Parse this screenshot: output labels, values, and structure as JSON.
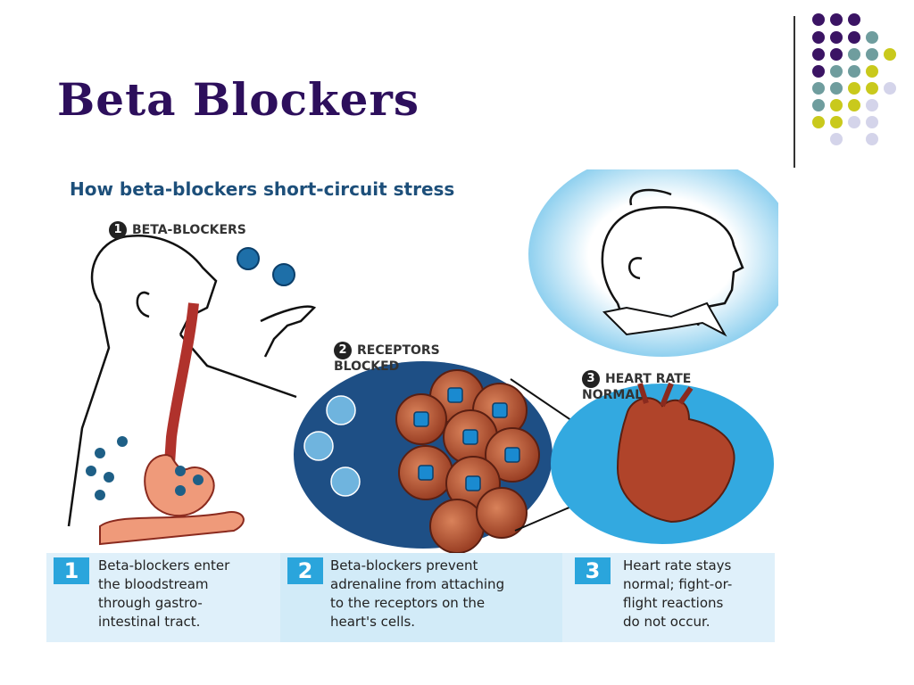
{
  "slide": {
    "title": "Beta Blockers"
  },
  "figure": {
    "title": "How beta-blockers short-circuit stress",
    "steps": [
      {
        "num": "1",
        "label": "BETA-BLOCKERS"
      },
      {
        "num": "2",
        "label": "RECEPTORS\nBLOCKED"
      },
      {
        "num": "3",
        "label": "HEART RATE\nNORMAL"
      }
    ],
    "captions": [
      {
        "num": "1",
        "text": "Beta-blockers enter\nthe bloodstream\nthrough gastro-\nintestinal tract."
      },
      {
        "num": "2",
        "text": "Beta-blockers prevent\nadrenaline from attaching\nto the receptors on the\nheart's cells."
      },
      {
        "num": "3",
        "text": "Heart rate stays\nnormal; fight-or-\nflight reactions\ndo not occur."
      }
    ]
  },
  "colors": {
    "purple": "#3b1464",
    "teal": "#6f9d9e",
    "olive": "#c9c91c",
    "lavender": "#d4d4ea",
    "blue": "#2aa5dc"
  }
}
